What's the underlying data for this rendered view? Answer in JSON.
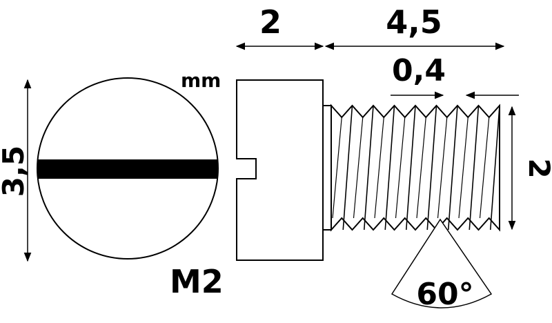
{
  "labels": {
    "head_length": "2",
    "thread_length": "4,5",
    "pitch": "0,4",
    "thread_diameter": "2",
    "head_diameter": "3,5",
    "unit": "mm",
    "size": "M2",
    "thread_angle": "60°"
  },
  "colors": {
    "line": "#000000",
    "background": "#ffffff"
  },
  "icons": {
    "head_end_view": "slotted-screw-head",
    "side_view": "cheese-head-screw-side-view",
    "angle_marker": "thread-angle-sector"
  }
}
